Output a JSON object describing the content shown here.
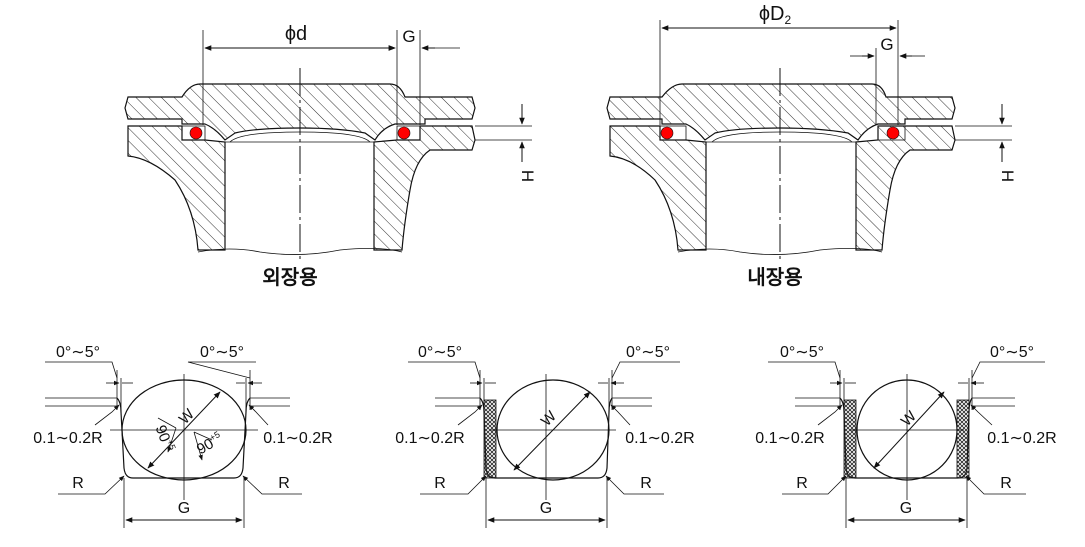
{
  "top_left": {
    "caption": "외장용",
    "dim_diameter": "ϕd",
    "dim_groove": "G",
    "dim_height": "H"
  },
  "top_right": {
    "caption": "내장용",
    "dim_diameter_main": "ϕD",
    "dim_diameter_sub": "2",
    "dim_groove": "G",
    "dim_height": "H"
  },
  "groove_left": {
    "angle_left": "0°∼5°",
    "angle_right": "0°∼5°",
    "radius_left": "0.1∼0.2R",
    "radius_right": "0.1∼0.2R",
    "corner_left": "R",
    "corner_right": "R",
    "width": "G",
    "cross_section": "W",
    "tol_left_main": "90",
    "tol_left_sup": "+5",
    "tol_left_sub": "−0",
    "tol_right_main": "90",
    "tol_right_sup": "+5",
    "tol_right_sub": "−0"
  },
  "groove_mid": {
    "angle_left": "0°∼5°",
    "angle_right": "0°∼5°",
    "radius_left": "0.1∼0.2R",
    "radius_right": "0.1∼0.2R",
    "corner_left": "R",
    "corner_right": "R",
    "width": "G",
    "cross_section": "W"
  },
  "groove_right": {
    "angle_left": "0°∼5°",
    "angle_right": "0°∼5°",
    "radius_left": "0.1∼0.2R",
    "radius_right": "0.1∼0.2R",
    "corner_left": "R",
    "corner_right": "R",
    "width": "G",
    "cross_section": "W"
  },
  "colors": {
    "oring": "#ff0000",
    "line": "#111111",
    "hatch": "#333333"
  }
}
